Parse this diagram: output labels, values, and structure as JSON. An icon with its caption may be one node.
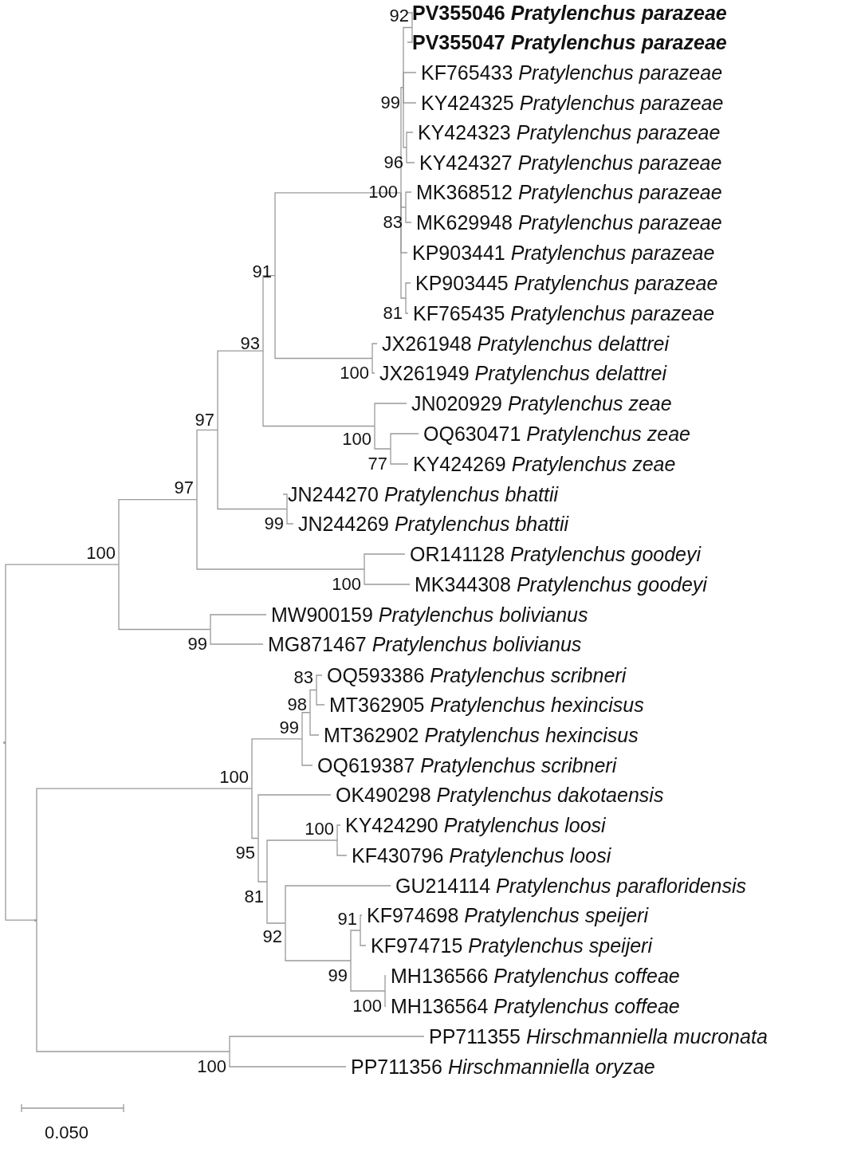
{
  "diagram": {
    "nodes": [
      {
        "text": [
          "**PV355046** *Pratylenchus parazeae*"
        ]
      },
      {
        "text": [
          "**PV355047** *Pratylenchus parazeae*"
        ]
      },
      {
        "text": [
          "KF765433 *Pratylenchus parazeae*"
        ]
      },
      {
        "text": [
          "KY424325 *Pratylenchus parazeae*"
        ]
      },
      {
        "text": [
          "KY424323 *Pratylenchus parazeae*"
        ]
      },
      {
        "text": [
          "KY424327 *Pratylenchus parazeae*"
        ]
      },
      {
        "text": [
          "MK368512 *Pratylenchus parazeae*"
        ]
      },
      {
        "text": [
          "MK629948 *Pratylenchus parazeae*"
        ]
      },
      {
        "text": [
          "KP903441 *Pratylenchus parazeae*"
        ]
      },
      {
        "text": [
          "KP903445 *Pratylenchus parazeae*"
        ]
      },
      {
        "text": [
          "KF765435 *Pratylenchus parazeae*"
        ]
      },
      {
        "text": [
          "JX261948 *Pratylenchus delattrei*"
        ]
      },
      {
        "text": [
          "JX261949 *Pratylenchus delattrei*"
        ]
      },
      {
        "text": [
          "JN020929 *Pratylenchus zeae*"
        ]
      },
      {
        "text": [
          "OQ630471 *Pratylenchus zeae*"
        ]
      },
      {
        "text": [
          "KY424269 *Pratylenchus zeae*"
        ]
      },
      {
        "text": [
          "JN244270 *Pratylenchus bhattii*"
        ]
      },
      {
        "text": [
          "JN244269 *Pratylenchus bhattii*"
        ]
      },
      {
        "text": [
          "OR141128 *Pratylenchus goodeyi*"
        ]
      },
      {
        "text": [
          "MK344308 *Pratylenchus goodeyi*"
        ]
      },
      {
        "text": [
          "MW900159 *Pratylenchus bolivianus*"
        ]
      },
      {
        "text": [
          "MG871467 *Pratylenchus bolivianus*"
        ]
      },
      {
        "text": [
          "OQ593386 *Pratylenchus scribneri*"
        ]
      },
      {
        "text": [
          "MT362905 *Pratylenchus hexincisus*"
        ]
      },
      {
        "text": [
          "MT362902 *Pratylenchus hexincisus*"
        ]
      },
      {
        "text": [
          "OQ619387 *Pratylenchus scribneri*"
        ]
      },
      {
        "text": [
          "OK490298 *Pratylenchus dakotaensis*"
        ]
      },
      {
        "text": [
          "KY424290 *Pratylenchus loosi*"
        ]
      },
      {
        "text": [
          "KF430796 *Pratylenchus loosi*"
        ]
      },
      {
        "text": [
          "GU214114 *Pratylenchus parafloridensis*"
        ]
      },
      {
        "text": [
          "KF974698 *Pratylenchus speijeri*"
        ]
      },
      {
        "text": [
          "KF974715 *Pratylenchus speijeri*"
        ]
      },
      {
        "text": [
          "MH136566 *Pratylenchus coffeae*"
        ]
      },
      {
        "text": [
          "MH136564 *Pratylenchus coffeae*"
        ]
      },
      {
        "text": [
          "PP711355 *Hirschmanniella mucronata*"
        ]
      },
      {
        "text": [
          "PP711356 *Hirschmanniella oryzae*"
        ]
      },
      {
        "text": [],
        "shape": "dot"
      },
      {
        "text": [],
        "shape": "dot"
      },
      {
        "text": [
          "100"
        ]
      },
      {
        "text": [
          "97"
        ]
      },
      {
        "text": [
          "97"
        ]
      },
      {
        "text": [
          "93"
        ]
      },
      {
        "text": [
          "91"
        ]
      },
      {
        "text": [
          "100"
        ]
      },
      {
        "text": [
          "99"
        ]
      },
      {
        "text": [
          "92"
        ]
      },
      {
        "text": [
          "96"
        ]
      },
      {
        "text": [
          "83"
        ]
      },
      {
        "text": [
          "81"
        ]
      },
      {
        "text": [
          "100"
        ]
      },
      {
        "text": [
          "100"
        ]
      },
      {
        "text": [
          "77"
        ]
      },
      {
        "text": [
          "99"
        ]
      },
      {
        "text": [
          "100"
        ]
      },
      {
        "text": [
          "99"
        ]
      },
      {
        "text": [
          "100"
        ]
      },
      {
        "text": [
          "99"
        ]
      },
      {
        "text": [
          "98"
        ]
      },
      {
        "text": [
          "83"
        ]
      },
      {
        "text": [
          "95"
        ]
      },
      {
        "text": [
          "81"
        ]
      },
      {
        "text": [
          "100"
        ]
      },
      {
        "text": [
          "92"
        ]
      },
      {
        "text": [
          "99"
        ]
      },
      {
        "text": [
          "91"
        ]
      },
      {
        "text": [
          "100"
        ]
      },
      {
        "text": [
          "100"
        ]
      }
    ],
    "edges": [
      {
        "from": 36,
        "to": 38,
        "arrow": "none"
      },
      {
        "from": 36,
        "to": 37,
        "arrow": "none"
      },
      {
        "from": 38,
        "to": 39,
        "arrow": "none"
      },
      {
        "from": 38,
        "to": 54,
        "arrow": "none"
      },
      {
        "from": 39,
        "to": 40,
        "arrow": "none"
      },
      {
        "from": 39,
        "to": 53,
        "arrow": "none"
      },
      {
        "from": 40,
        "to": 41,
        "arrow": "none"
      },
      {
        "from": 40,
        "to": 52,
        "arrow": "none"
      },
      {
        "from": 41,
        "to": 42,
        "arrow": "none"
      },
      {
        "from": 41,
        "to": 50,
        "arrow": "none"
      },
      {
        "from": 42,
        "to": 43,
        "arrow": "none"
      },
      {
        "from": 42,
        "to": 49,
        "arrow": "none"
      },
      {
        "from": 43,
        "to": 44,
        "arrow": "none"
      },
      {
        "from": 43,
        "to": 47,
        "arrow": "none"
      },
      {
        "from": 43,
        "to": 8,
        "arrow": "none"
      },
      {
        "from": 43,
        "to": 48,
        "arrow": "none"
      },
      {
        "from": 44,
        "to": 45,
        "arrow": "none"
      },
      {
        "from": 44,
        "to": 2,
        "arrow": "none"
      },
      {
        "from": 44,
        "to": 3,
        "arrow": "none"
      },
      {
        "from": 44,
        "to": 46,
        "arrow": "none"
      },
      {
        "from": 45,
        "to": 0,
        "arrow": "none"
      },
      {
        "from": 45,
        "to": 1,
        "arrow": "none"
      },
      {
        "from": 46,
        "to": 4,
        "arrow": "none"
      },
      {
        "from": 46,
        "to": 5,
        "arrow": "none"
      },
      {
        "from": 47,
        "to": 6,
        "arrow": "none"
      },
      {
        "from": 47,
        "to": 7,
        "arrow": "none"
      },
      {
        "from": 48,
        "to": 9,
        "arrow": "none"
      },
      {
        "from": 48,
        "to": 10,
        "arrow": "none"
      },
      {
        "from": 49,
        "to": 11,
        "arrow": "none"
      },
      {
        "from": 49,
        "to": 12,
        "arrow": "none"
      },
      {
        "from": 50,
        "to": 13,
        "arrow": "none"
      },
      {
        "from": 50,
        "to": 51,
        "arrow": "none"
      },
      {
        "from": 51,
        "to": 14,
        "arrow": "none"
      },
      {
        "from": 51,
        "to": 15,
        "arrow": "none"
      },
      {
        "from": 52,
        "to": 16,
        "arrow": "none"
      },
      {
        "from": 52,
        "to": 17,
        "arrow": "none"
      },
      {
        "from": 53,
        "to": 18,
        "arrow": "none"
      },
      {
        "from": 53,
        "to": 19,
        "arrow": "none"
      },
      {
        "from": 54,
        "to": 20,
        "arrow": "none"
      },
      {
        "from": 54,
        "to": 21,
        "arrow": "none"
      },
      {
        "from": 37,
        "to": 55,
        "arrow": "none"
      },
      {
        "from": 37,
        "to": 66,
        "arrow": "none"
      },
      {
        "from": 55,
        "to": 56,
        "arrow": "none"
      },
      {
        "from": 55,
        "to": 59,
        "arrow": "none"
      },
      {
        "from": 56,
        "to": 57,
        "arrow": "none"
      },
      {
        "from": 56,
        "to": 25,
        "arrow": "none"
      },
      {
        "from": 57,
        "to": 58,
        "arrow": "none"
      },
      {
        "from": 57,
        "to": 24,
        "arrow": "none"
      },
      {
        "from": 58,
        "to": 22,
        "arrow": "none"
      },
      {
        "from": 58,
        "to": 23,
        "arrow": "none"
      },
      {
        "from": 59,
        "to": 26,
        "arrow": "none"
      },
      {
        "from": 59,
        "to": 60,
        "arrow": "none"
      },
      {
        "from": 60,
        "to": 61,
        "arrow": "none"
      },
      {
        "from": 60,
        "to": 62,
        "arrow": "none"
      },
      {
        "from": 61,
        "to": 27,
        "arrow": "none"
      },
      {
        "from": 61,
        "to": 28,
        "arrow": "none"
      },
      {
        "from": 62,
        "to": 29,
        "arrow": "none"
      },
      {
        "from": 62,
        "to": 63,
        "arrow": "none"
      },
      {
        "from": 63,
        "to": 64,
        "arrow": "none"
      },
      {
        "from": 63,
        "to": 65,
        "arrow": "none"
      },
      {
        "from": 64,
        "to": 30,
        "arrow": "none"
      },
      {
        "from": 64,
        "to": 31,
        "arrow": "none"
      },
      {
        "from": 65,
        "to": 32,
        "arrow": "none"
      },
      {
        "from": 65,
        "to": 33,
        "arrow": "none"
      },
      {
        "from": 66,
        "to": 34,
        "arrow": "none"
      },
      {
        "from": 66,
        "to": 35,
        "arrow": "none"
      }
    ],
    "labels": [
      "0.050"
    ]
  }
}
